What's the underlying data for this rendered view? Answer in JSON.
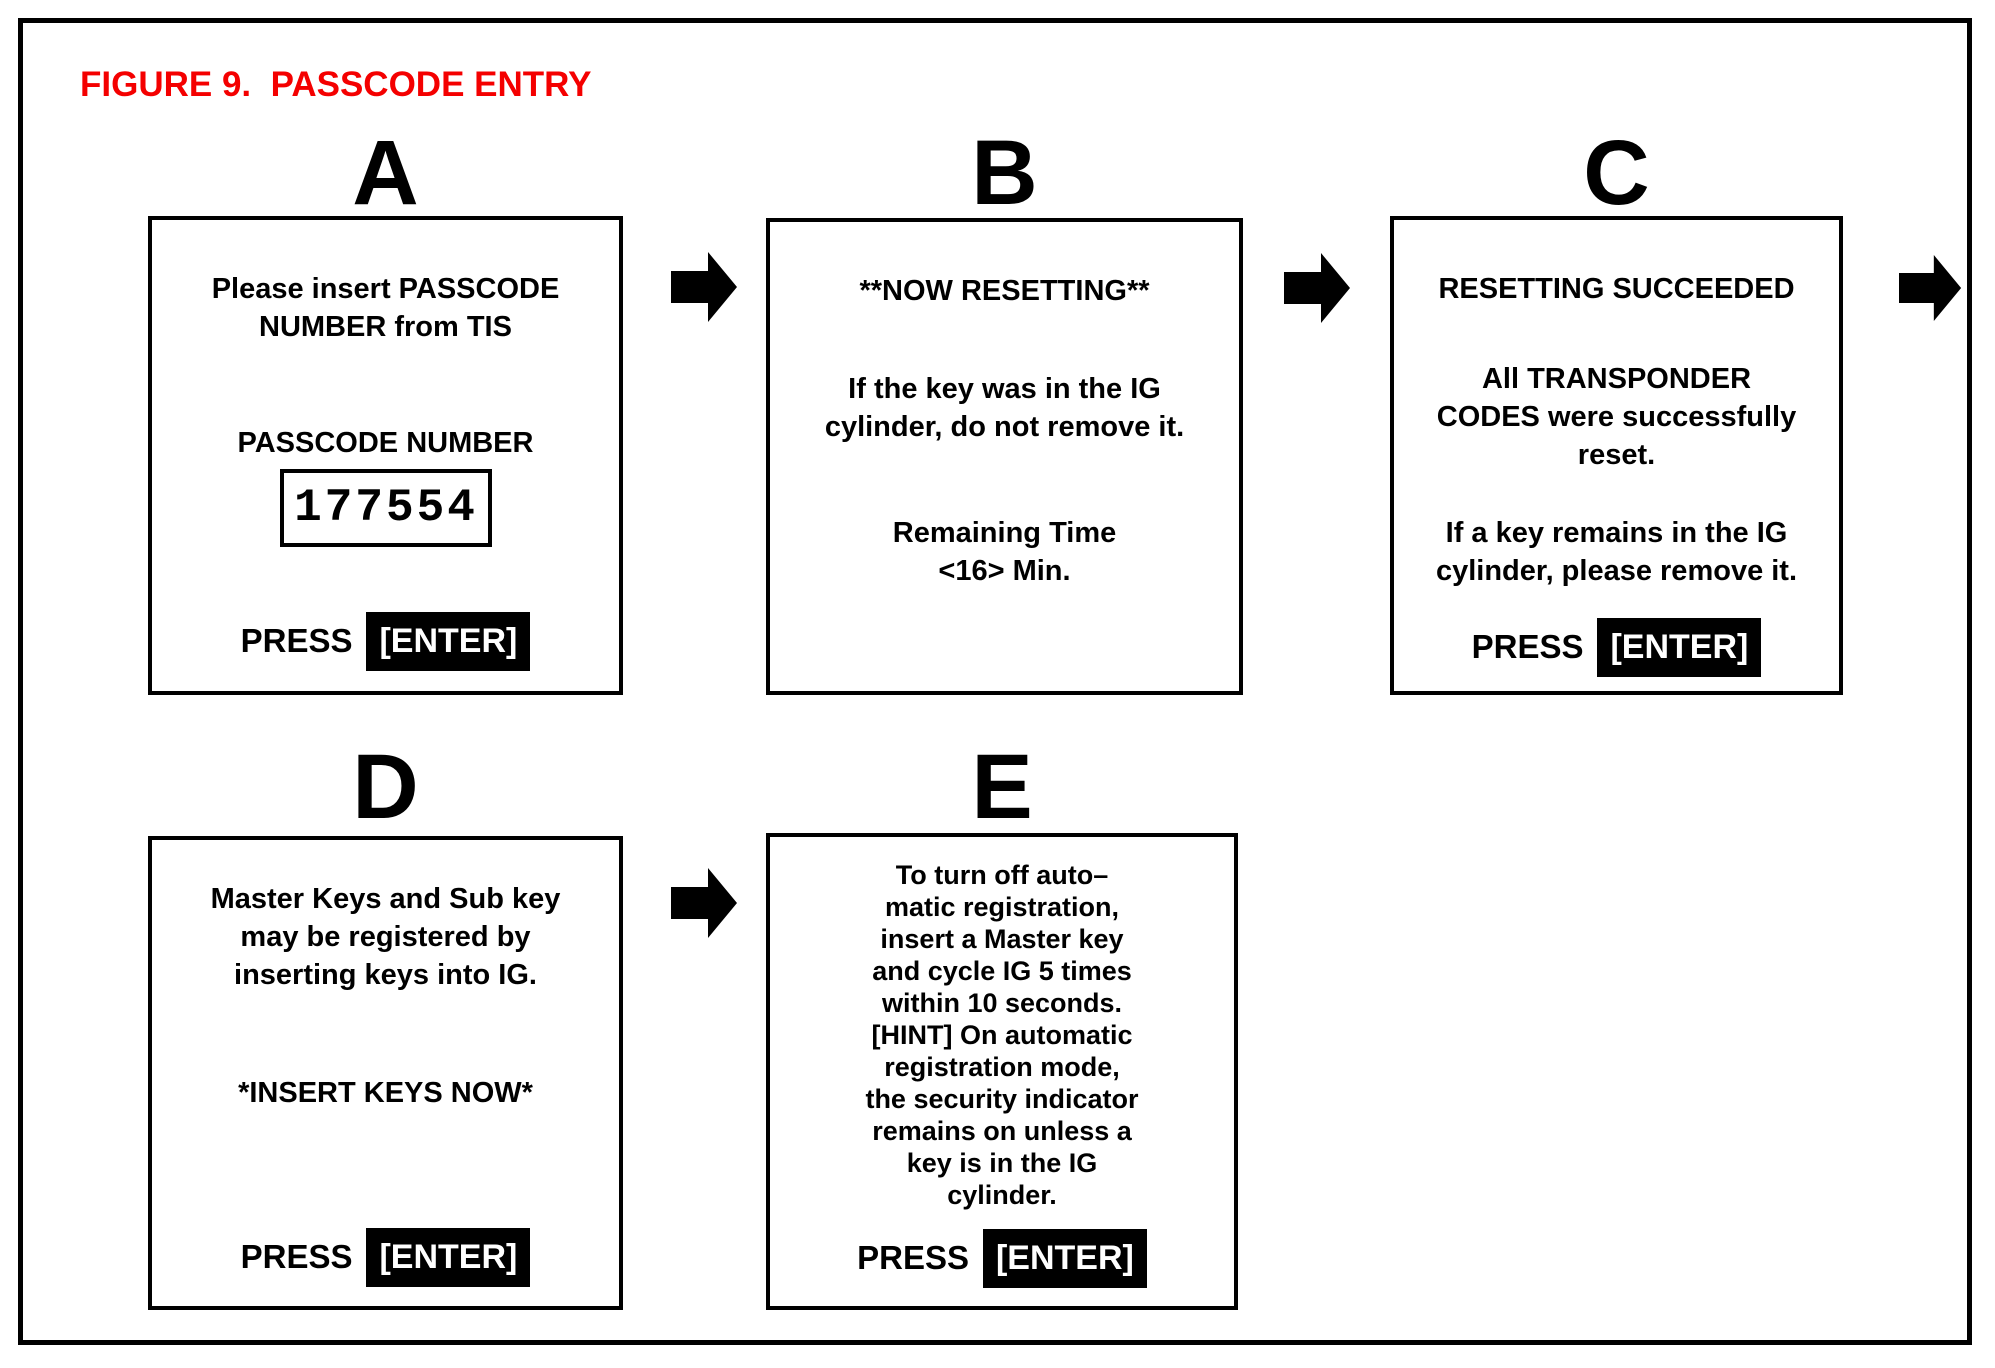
{
  "figure_title": "FIGURE 9.  PASSCODE ENTRY",
  "colors": {
    "title_red": "#f40000",
    "text_black": "#000000",
    "enter_key_bg": "#000000",
    "enter_key_text": "#ffffff"
  },
  "icons": {
    "flow_arrow": "right-arrow"
  },
  "panels": {
    "a": {
      "label": "A",
      "intro": "Please insert PASSCODE\nNUMBER from TIS",
      "field_label": "PASSCODE NUMBER",
      "passcode_value": "177554",
      "press_label": "PRESS",
      "enter_label": "[ENTER]"
    },
    "b": {
      "label": "B",
      "title": "**NOW RESETTING**",
      "body": "If the key was in the IG\ncylinder, do not remove it.",
      "remaining": "Remaining Time\n<16> Min."
    },
    "c": {
      "label": "C",
      "title": "RESETTING SUCCEEDED",
      "body": "All TRANSPONDER\nCODES were successfully\nreset.",
      "note": "If a key remains in the IG\ncylinder, please remove it.",
      "press_label": "PRESS",
      "enter_label": "[ENTER]"
    },
    "d": {
      "label": "D",
      "body": "Master Keys and Sub key\nmay be registered by\ninserting keys into IG.",
      "prompt": "*INSERT KEYS NOW*",
      "press_label": "PRESS",
      "enter_label": "[ENTER]"
    },
    "e": {
      "label": "E",
      "body": "To turn off auto–\nmatic registration,\ninsert a Master key\nand cycle IG 5 times\nwithin 10 seconds.\n[HINT] On automatic\nregistration mode,\nthe security indicator\nremains on unless a\nkey is in the IG\ncylinder.",
      "press_label": "PRESS",
      "enter_label": "[ENTER]"
    }
  }
}
